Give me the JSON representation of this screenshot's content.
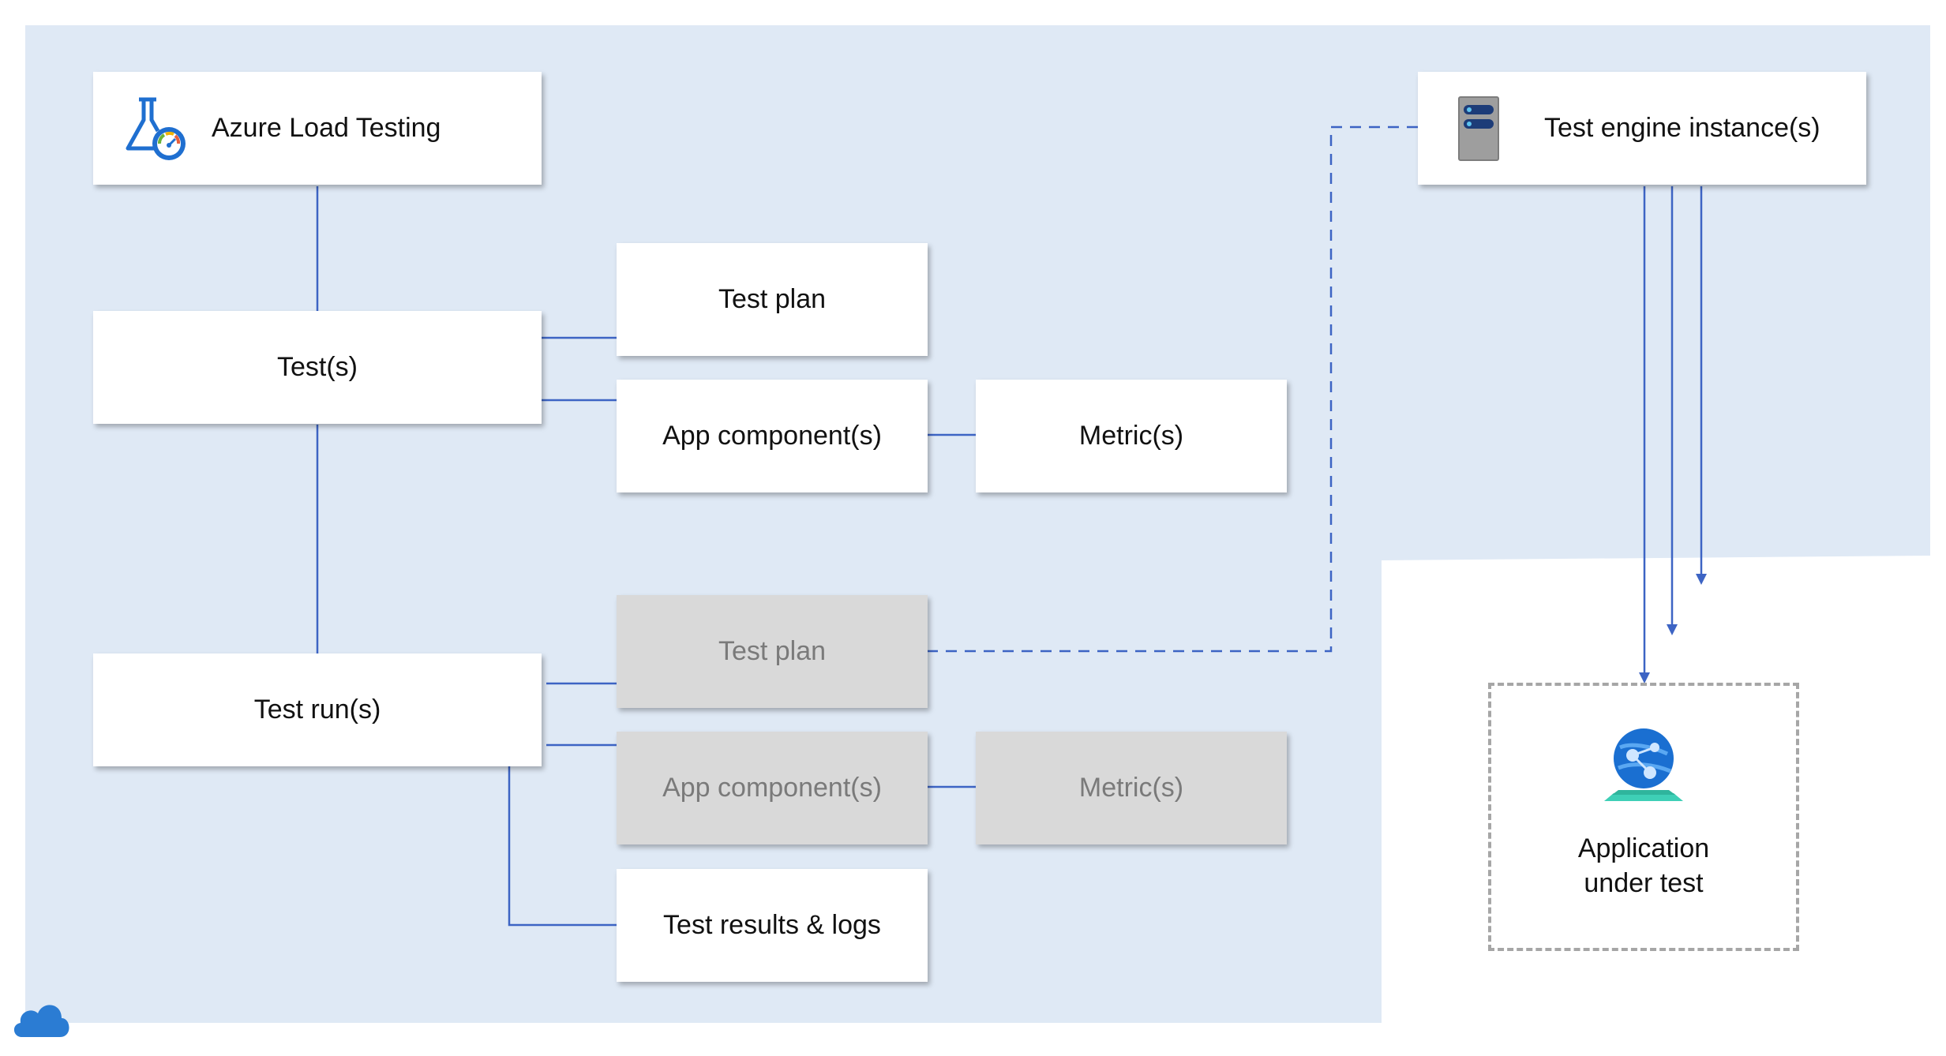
{
  "nodes": {
    "azure_load_testing": "Azure Load Testing",
    "tests": "Test(s)",
    "test_plan": "Test plan",
    "app_components": "App component(s)",
    "metrics": "Metric(s)",
    "test_runs": "Test run(s)",
    "run_test_plan": "Test plan",
    "run_app_components": "App component(s)",
    "run_metrics": "Metric(s)",
    "test_results_logs": "Test results & logs",
    "test_engine_instances": "Test engine instance(s)",
    "application_under_test_line1": "Application",
    "application_under_test_line2": "under test"
  },
  "icons": {
    "load_testing": "flask-gauge-icon",
    "engine": "server-icon",
    "app": "globe-web-app-icon",
    "cloud": "cloud-icon"
  },
  "colors": {
    "region_bg": "#dfe9f5",
    "connector": "#3d64c4",
    "ghost_box": "#d9d9d9",
    "cloud": "#2b7cd3"
  }
}
